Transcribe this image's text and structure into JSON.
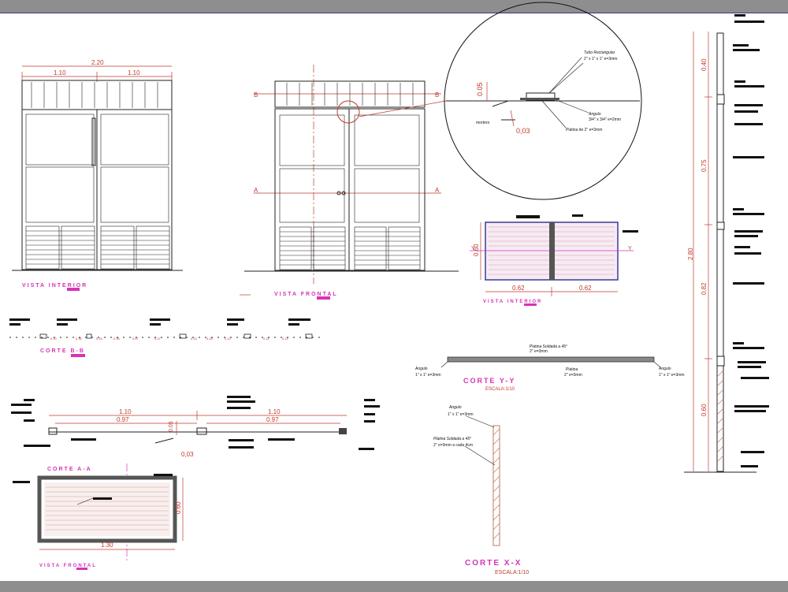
{
  "views": {
    "vista_interior": "VISTA INTERIOR",
    "vista_frontal": "VISTA FRONTAL",
    "vista_interior_small": "VISTA INTERIOR",
    "vista_frontal_small": "VISTA FRONTAL"
  },
  "sections": {
    "corte_bb": "CORTE B-B",
    "corte_yy": "CORTE Y-Y",
    "corte_yy_scale": "ESCALA:1/10",
    "corte_aa": "CORTE A-A",
    "corte_xx": "CORTE X-X",
    "corte_xx_scale": "ESCALA:1/10"
  },
  "dims": {
    "interior_total": "2.20",
    "interior_left": "1.10",
    "interior_right": "1.10",
    "detail_005": "0.05",
    "detail_003": "0,03",
    "small_interior_height": "0.60",
    "small_interior_left": "0.62",
    "small_interior_right": "0.62",
    "aa_left": "1.10",
    "aa_right": "1.10",
    "aa_left_inner": "0.97",
    "aa_right_inner": "0.97",
    "aa_small": "0.05",
    "aa_003": "0,03",
    "frontal_width": "1.30",
    "frontal_height": "0.60",
    "v_040": "0.40",
    "v_075": "0.75",
    "v_280": "2.80",
    "v_082": "0.82",
    "v_060": "0.60"
  },
  "axis_labels": {
    "a": "A",
    "b": "B",
    "x": "X",
    "y": "Y"
  },
  "detail": {
    "tubo_title": "Tubo Rectangular",
    "tubo_spec": "2\" x 1\" x 1\" e=3mm",
    "angulo_title": "Angulo",
    "angulo_spec": "3/4\" x 3/4\" e=2mm",
    "platina_spec": "Platina de 2\" e=3mm",
    "mortero": "mortero"
  },
  "yy": {
    "platina_solid": "Platina Soldada a 45°",
    "platina_solid_spec": "2\" e=3mm",
    "angulo_left": "Angulo",
    "angulo_left_spec": "1\" x 1\" e=3mm",
    "platina_mid": "Platina",
    "platina_mid_spec": "2\" e=3mm",
    "angulo_right": "Angulo",
    "angulo_right_spec": "1\" x 1\" e=3mm"
  },
  "xx": {
    "angulo": "Angulo",
    "angulo_spec": "1\" x 1\" e=3mm",
    "platina": "Platina Soldada a 45°",
    "platina_spec": "2\" e=3mm a cada 4cm"
  },
  "bb_ticks": [
    "0.10",
    "0.35",
    "0.15",
    "0.35",
    "0.07",
    "0.07",
    "0.15",
    "0.15",
    "0.12",
    "0.12",
    "0.12"
  ],
  "colors": {
    "frame_bar": "#8e8e8e",
    "dimension": "#c0392b",
    "title": "#d633b8",
    "hatch": "#d9a08a",
    "glass_fill": "#f6eaf6"
  }
}
